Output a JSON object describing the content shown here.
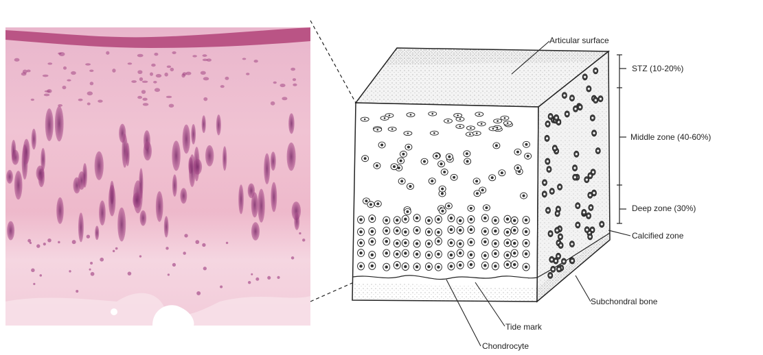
{
  "labels": {
    "articular_surface": "Articular surface",
    "stz": "STZ (10-20%)",
    "middle_zone": "Middle zone (40-60%)",
    "deep_zone": "Deep zone (30%)",
    "calcified_zone": "Calcified zone",
    "subchondral_bone": "Subchondral bone",
    "tide_mark": "Tide mark",
    "chondrocyte": "Chondrocyte"
  },
  "colors": {
    "histology_base": "#f2c6d6",
    "histology_stain": "#9b3b7e",
    "histology_surface": "#b0386e",
    "ink": "#222222"
  }
}
